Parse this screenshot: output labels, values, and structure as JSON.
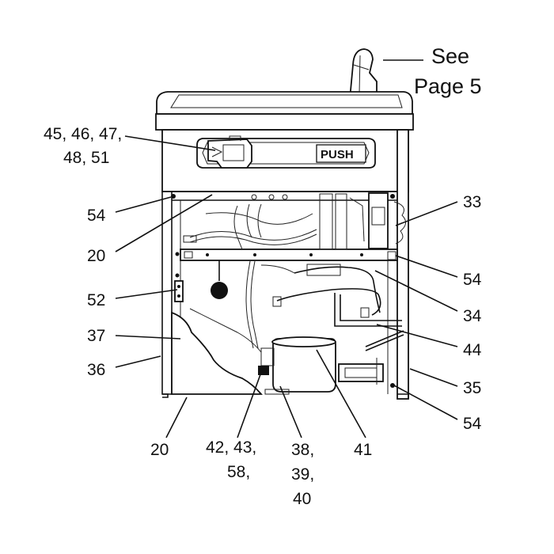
{
  "reference": {
    "line1": "See",
    "line2": "Page 5"
  },
  "button_text": "PUSH",
  "callouts": {
    "c45": "45, 46, 47,",
    "c48": "48,  51",
    "c54a": "54",
    "c20a": "20",
    "c52": "52",
    "c37": "37",
    "c36": "36",
    "c20b": "20",
    "c42a": "42, 43,",
    "c42b": "58,",
    "c38a": "38,",
    "c38b": "39,",
    "c38c": "40",
    "c41": "41",
    "c33": "33",
    "c54b": "54",
    "c34": "34",
    "c44": "44",
    "c35": "35",
    "c54c": "54"
  }
}
